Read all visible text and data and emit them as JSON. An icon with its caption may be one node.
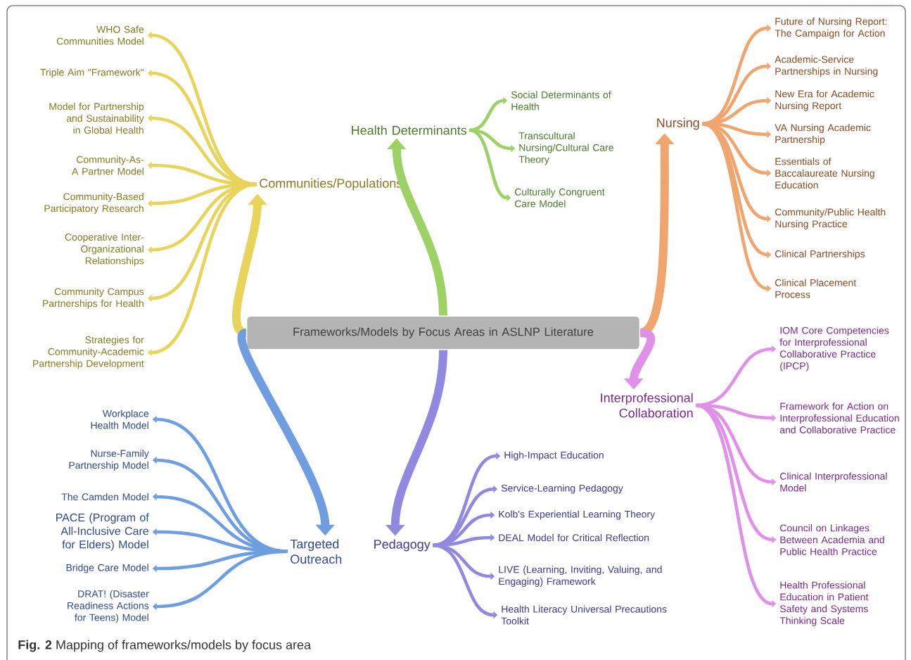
{
  "diagram": {
    "caption": "**Fig. 2** Mapping of frameworks/models by focus area",
    "nodes": [
      {
        "text": [
          "Frameworks/Models by Focus Areas in ASLNP Literature"
        ]
      },
      {
        "text": [
          "Communities/Populations"
        ]
      },
      {
        "text": [
          "WHO Safe Communities Model"
        ]
      },
      {
        "text": [
          "Triple Aim \"Framework\""
        ]
      },
      {
        "text": [
          "Model for Partnership and Sustainability in Global Health"
        ]
      },
      {
        "text": [
          "Community-As-A Partner Model"
        ]
      },
      {
        "text": [
          "Community-Based Participatory Research"
        ]
      },
      {
        "text": [
          "Cooperative Inter-Organizational Relationships"
        ]
      },
      {
        "text": [
          "Community Campus Partnerships for Health"
        ]
      },
      {
        "text": [
          "Strategies for Community-Academic Partnership Development"
        ]
      },
      {
        "text": [
          "Targeted Outreach"
        ]
      },
      {
        "text": [
          "Workplace Health Model"
        ]
      },
      {
        "text": [
          "Nurse-Family Partnership Model"
        ]
      },
      {
        "text": [
          "The Camden Model"
        ]
      },
      {
        "text": [
          "PACE (Program of All-Inclusive Care for Elders) Model"
        ]
      },
      {
        "text": [
          "Bridge Care Model"
        ]
      },
      {
        "text": [
          "DRAT! (Disaster Readiness Actions for Teens) Model"
        ]
      },
      {
        "text": [
          "Health Determinants"
        ]
      },
      {
        "text": [
          "Social Determinants of Health"
        ]
      },
      {
        "text": [
          "Transcultural Nursing/Cultural Care Theory"
        ]
      },
      {
        "text": [
          "Culturally Congruent Care Model"
        ]
      },
      {
        "text": [
          "Pedagogy"
        ]
      },
      {
        "text": [
          "High-Impact Education"
        ]
      },
      {
        "text": [
          "Service-Learning Pedagogy"
        ]
      },
      {
        "text": [
          "Kolb's Experiential Learning Theory"
        ]
      },
      {
        "text": [
          "DEAL Model for Critical Reflection"
        ]
      },
      {
        "text": [
          "LIVE (Learning, Inviting, Valuing, and Engaging) Framework"
        ]
      },
      {
        "text": [
          "Health Literacy Universal Precautions Toolkit"
        ]
      },
      {
        "text": [
          "Nursing"
        ]
      },
      {
        "text": [
          "Future of Nursing Report: The Campaign for Action"
        ]
      },
      {
        "text": [
          "Academic-Service Partnerships in Nursing"
        ]
      },
      {
        "text": [
          "New Era for Academic Nursing Report"
        ]
      },
      {
        "text": [
          "VA Nursing Academic Partnership"
        ]
      },
      {
        "text": [
          "Essentials of Baccalaureate Nursing Education"
        ]
      },
      {
        "text": [
          "Community/Public Health Nursing Practice"
        ]
      },
      {
        "text": [
          "Clinical Partnerships"
        ]
      },
      {
        "text": [
          "Clinical Placement Process"
        ]
      },
      {
        "text": [
          "Interprofessional Collaboration"
        ]
      },
      {
        "text": [
          "IOM Core Competencies for Interprofessional Collaborative Practice (IPCP)"
        ]
      },
      {
        "text": [
          "Framework for Action on Interprofessional Education and Collaborative Practice"
        ]
      },
      {
        "text": [
          "Clinical Interprofessional Model"
        ]
      },
      {
        "text": [
          "Council on Linkages Between Academia and Public Health Practice"
        ]
      },
      {
        "text": [
          "Health Professional Education in Patient Safety and Systems Thinking Scale"
        ]
      }
    ],
    "edges": [
      {
        "from": 0,
        "to": 1,
        "arrow": "to",
        "style": "thick",
        "color": "#e8d45a"
      },
      {
        "from": 1,
        "to": 2,
        "arrow": "to",
        "color": "#e8d45a"
      },
      {
        "from": 1,
        "to": 3,
        "arrow": "to",
        "color": "#e8d45a"
      },
      {
        "from": 1,
        "to": 4,
        "arrow": "to",
        "color": "#e8d45a"
      },
      {
        "from": 1,
        "to": 5,
        "arrow": "to",
        "color": "#e8d45a"
      },
      {
        "from": 1,
        "to": 6,
        "arrow": "to",
        "color": "#e8d45a"
      },
      {
        "from": 1,
        "to": 7,
        "arrow": "to",
        "color": "#e8d45a"
      },
      {
        "from": 1,
        "to": 8,
        "arrow": "to",
        "color": "#e8d45a"
      },
      {
        "from": 1,
        "to": 9,
        "arrow": "to",
        "color": "#e8d45a"
      },
      {
        "from": 0,
        "to": 10,
        "arrow": "to",
        "style": "thick",
        "color": "#6f9ee0"
      },
      {
        "from": 10,
        "to": 11,
        "arrow": "to",
        "color": "#6f9ee0"
      },
      {
        "from": 10,
        "to": 12,
        "arrow": "to",
        "color": "#6f9ee0"
      },
      {
        "from": 10,
        "to": 13,
        "arrow": "to",
        "color": "#6f9ee0"
      },
      {
        "from": 10,
        "to": 14,
        "arrow": "to",
        "color": "#6f9ee0"
      },
      {
        "from": 10,
        "to": 15,
        "arrow": "to",
        "color": "#6f9ee0"
      },
      {
        "from": 10,
        "to": 16,
        "arrow": "to",
        "color": "#6f9ee0"
      },
      {
        "from": 0,
        "to": 17,
        "arrow": "to",
        "style": "thick",
        "color": "#9bd165"
      },
      {
        "from": 17,
        "to": 18,
        "arrow": "to",
        "color": "#9bd165"
      },
      {
        "from": 17,
        "to": 19,
        "arrow": "to",
        "color": "#9bd165"
      },
      {
        "from": 17,
        "to": 20,
        "arrow": "to",
        "color": "#9bd165"
      },
      {
        "from": 0,
        "to": 21,
        "arrow": "to",
        "style": "thick",
        "color": "#9189e0"
      },
      {
        "from": 21,
        "to": 22,
        "arrow": "to",
        "color": "#9189e0"
      },
      {
        "from": 21,
        "to": 23,
        "arrow": "to",
        "color": "#9189e0"
      },
      {
        "from": 21,
        "to": 24,
        "arrow": "to",
        "color": "#9189e0"
      },
      {
        "from": 21,
        "to": 25,
        "arrow": "to",
        "color": "#9189e0"
      },
      {
        "from": 21,
        "to": 26,
        "arrow": "to",
        "color": "#9189e0"
      },
      {
        "from": 21,
        "to": 27,
        "arrow": "to",
        "color": "#9189e0"
      },
      {
        "from": 0,
        "to": 28,
        "arrow": "to",
        "style": "thick",
        "color": "#f0a56e"
      },
      {
        "from": 28,
        "to": 29,
        "arrow": "to",
        "color": "#f0a56e"
      },
      {
        "from": 28,
        "to": 30,
        "arrow": "to",
        "color": "#f0a56e"
      },
      {
        "from": 28,
        "to": 31,
        "arrow": "to",
        "color": "#f0a56e"
      },
      {
        "from": 28,
        "to": 32,
        "arrow": "to",
        "color": "#f0a56e"
      },
      {
        "from": 28,
        "to": 33,
        "arrow": "to",
        "color": "#f0a56e"
      },
      {
        "from": 28,
        "to": 34,
        "arrow": "to",
        "color": "#f0a56e"
      },
      {
        "from": 28,
        "to": 35,
        "arrow": "to",
        "color": "#f0a56e"
      },
      {
        "from": 28,
        "to": 36,
        "arrow": "to",
        "color": "#f0a56e"
      },
      {
        "from": 0,
        "to": 37,
        "arrow": "to",
        "style": "thick",
        "color": "#e090e8"
      },
      {
        "from": 37,
        "to": 38,
        "arrow": "to",
        "color": "#e090e8"
      },
      {
        "from": 37,
        "to": 39,
        "arrow": "to",
        "color": "#e090e8"
      },
      {
        "from": 37,
        "to": 40,
        "arrow": "to",
        "color": "#e090e8"
      },
      {
        "from": 37,
        "to": 41,
        "arrow": "to",
        "color": "#e090e8"
      },
      {
        "from": 37,
        "to": 42,
        "arrow": "to",
        "color": "#e090e8"
      }
    ]
  }
}
